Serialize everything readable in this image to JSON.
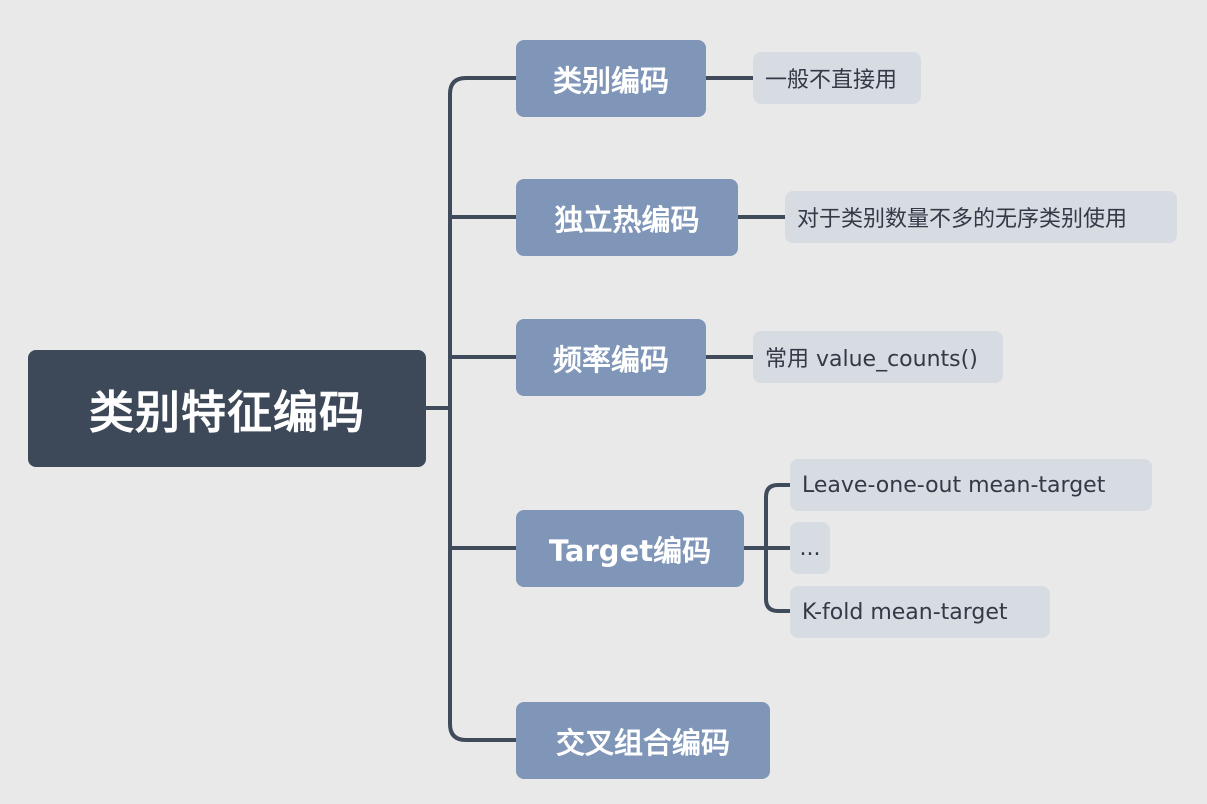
{
  "root": {
    "label": "类别特征编码"
  },
  "branches": [
    {
      "label": "类别编码",
      "leaves": [
        "一般不直接用"
      ]
    },
    {
      "label": "独立热编码",
      "leaves": [
        "对于类别数量不多的无序类别使用"
      ]
    },
    {
      "label": "频率编码",
      "leaves": [
        "常用 value_counts()"
      ]
    },
    {
      "label": "Target编码",
      "leaves": [
        "Leave-one-out mean-target",
        "...",
        "K-fold mean-target"
      ]
    },
    {
      "label": "交叉组合编码",
      "leaves": []
    }
  ],
  "colors": {
    "background": "#e9e9e9",
    "root_fill": "#3d4858",
    "branch_fill": "#7f96b8",
    "leaf_fill": "#d7dbe2",
    "connector": "#3f4a5a"
  }
}
